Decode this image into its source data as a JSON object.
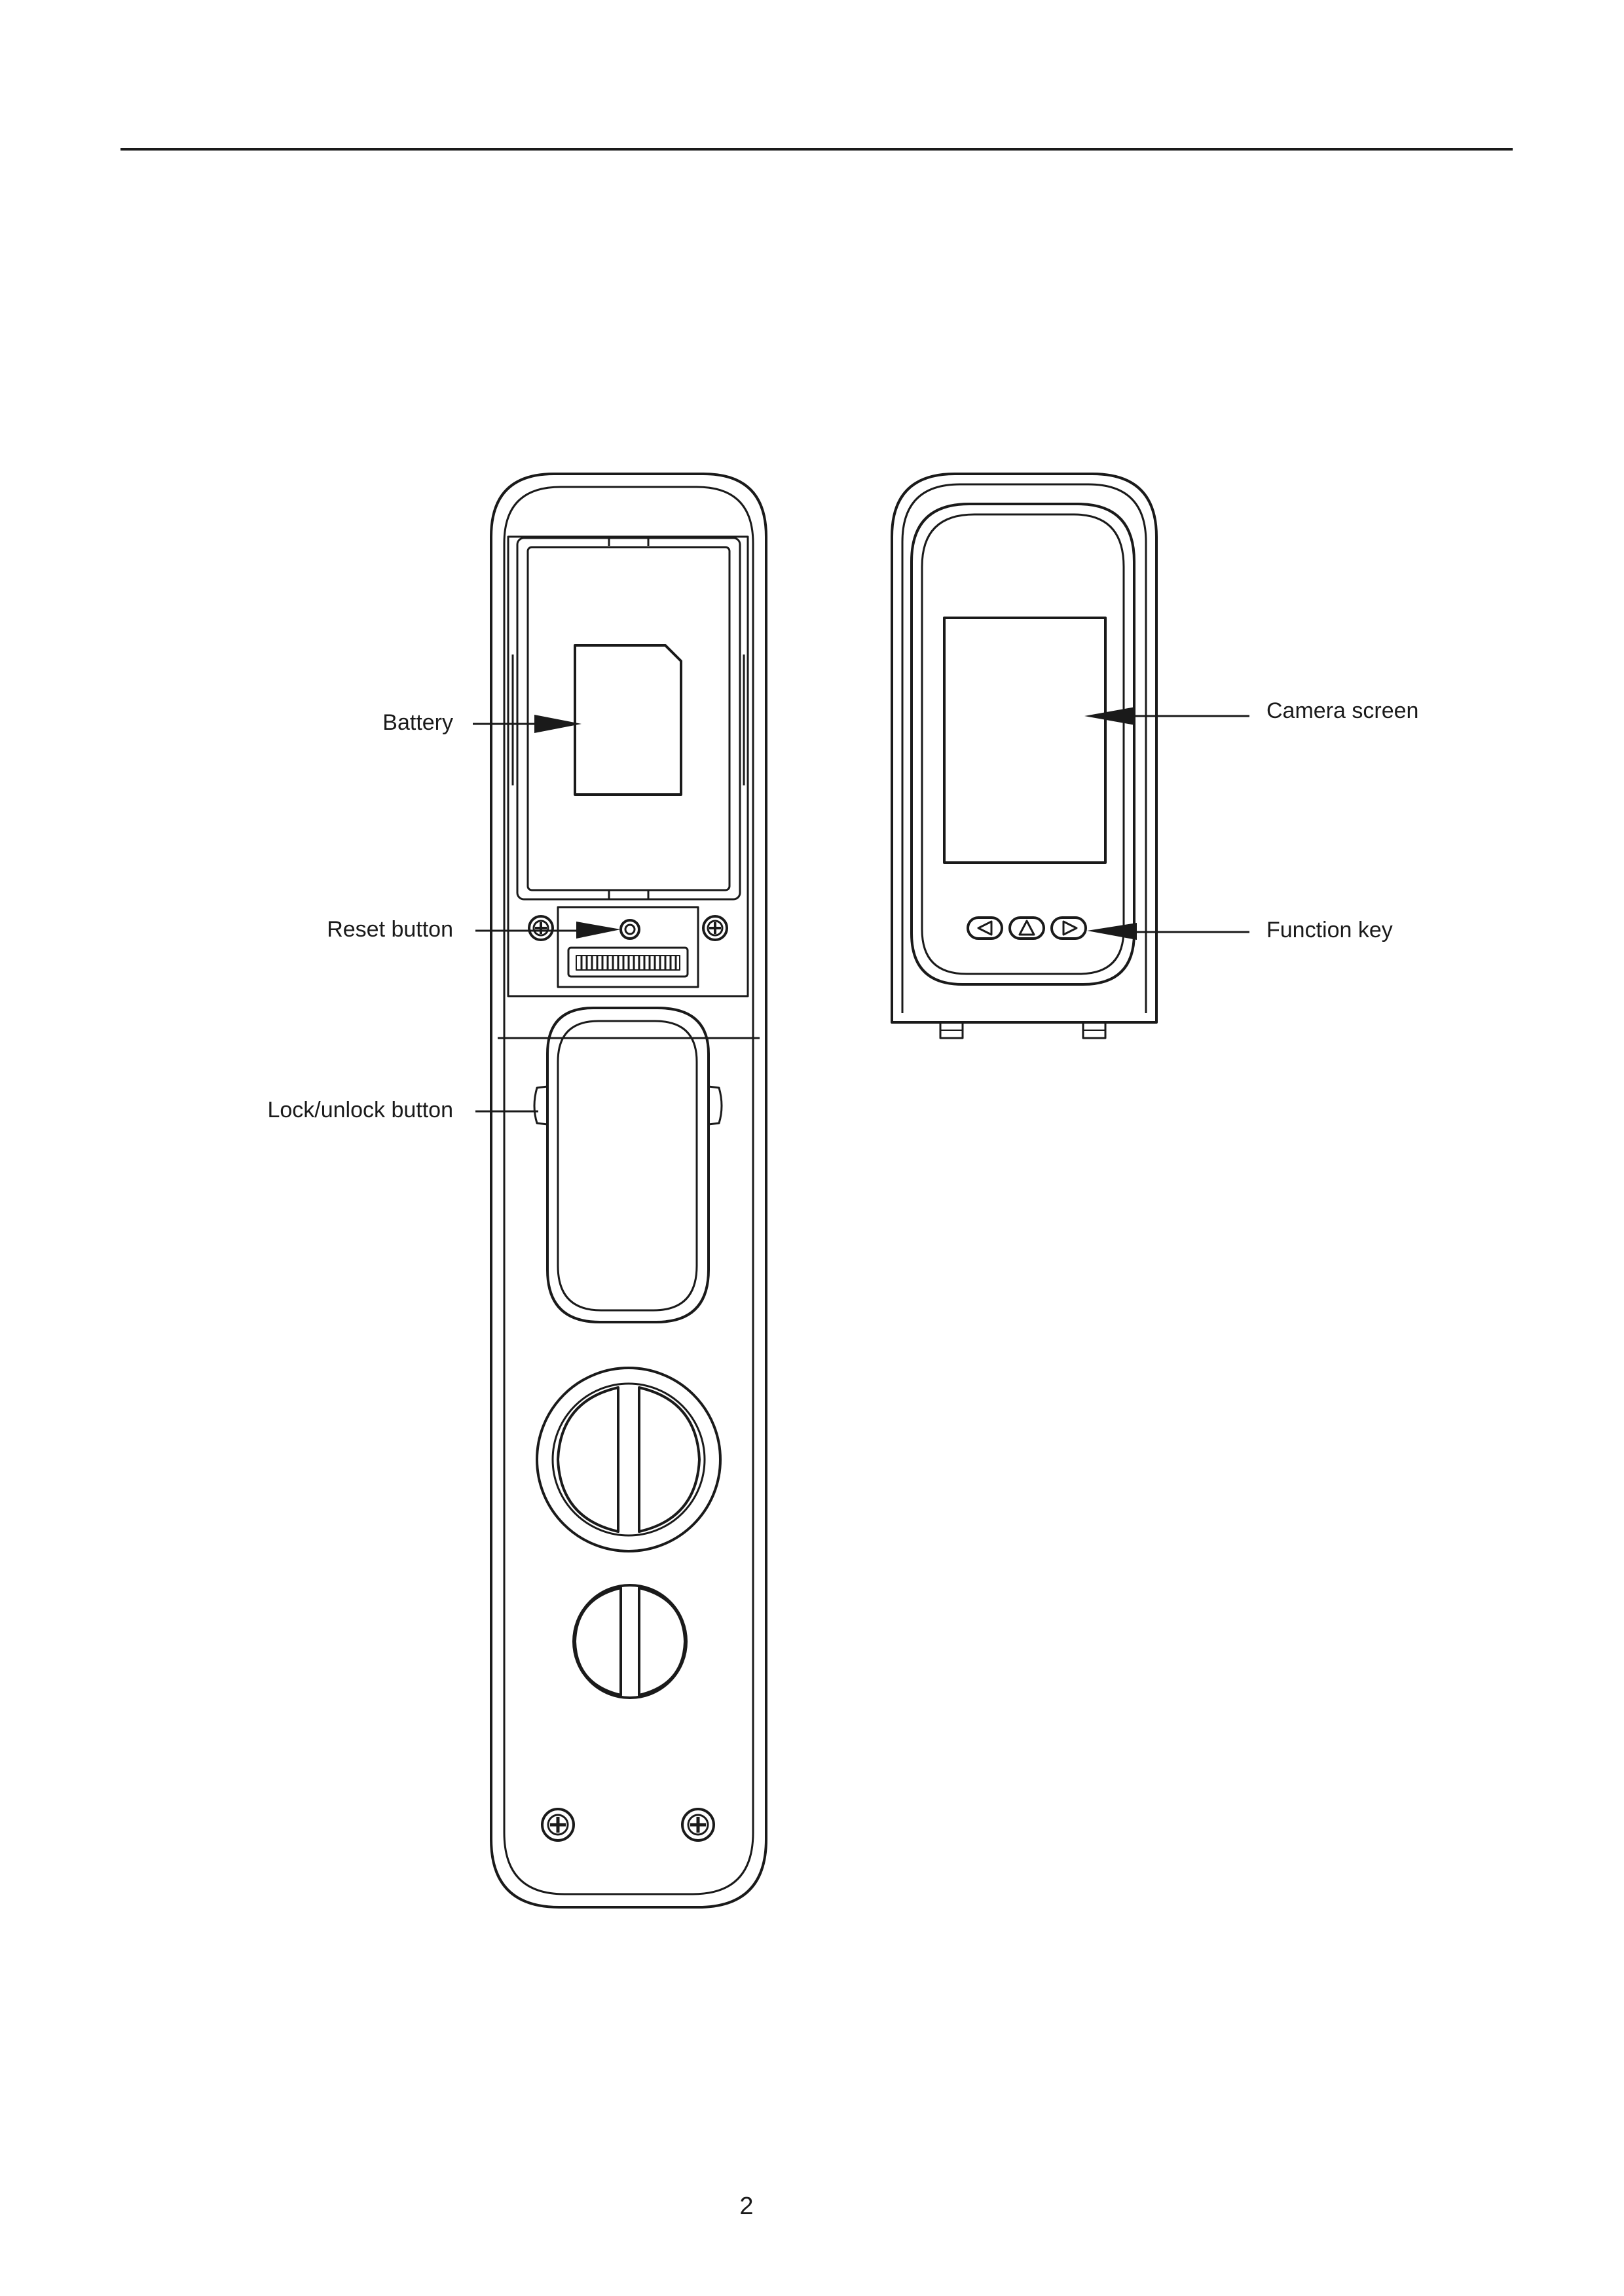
{
  "callouts": {
    "battery": "Battery",
    "reset_button": "Reset button",
    "lock_unlock_button": "Lock/unlock button",
    "camera_screen": "Camera screen",
    "function_key": "Function key"
  },
  "page_number": "2"
}
